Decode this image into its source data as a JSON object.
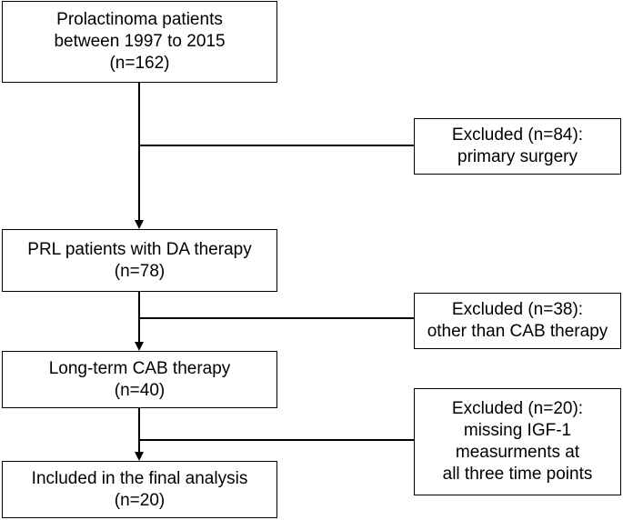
{
  "flowchart": {
    "boxes": {
      "start": {
        "lines": [
          "Prolactinoma patients",
          "between 1997 to 2015",
          "(n=162)"
        ]
      },
      "exclude1": {
        "lines": [
          "Excluded (n=84):",
          "primary surgery"
        ]
      },
      "step2": {
        "lines": [
          "PRL patients with DA therapy",
          "(n=78)"
        ]
      },
      "exclude2": {
        "lines": [
          "Excluded (n=38):",
          "other than CAB therapy"
        ]
      },
      "step3": {
        "lines": [
          "Long-term CAB therapy",
          "(n=40)"
        ]
      },
      "exclude3": {
        "lines": [
          "Excluded (n=20):",
          "missing IGF-1",
          "measurments at",
          "all three time points"
        ]
      },
      "final": {
        "lines": [
          "Included in the final analysis",
          "(n=20)"
        ]
      }
    }
  }
}
